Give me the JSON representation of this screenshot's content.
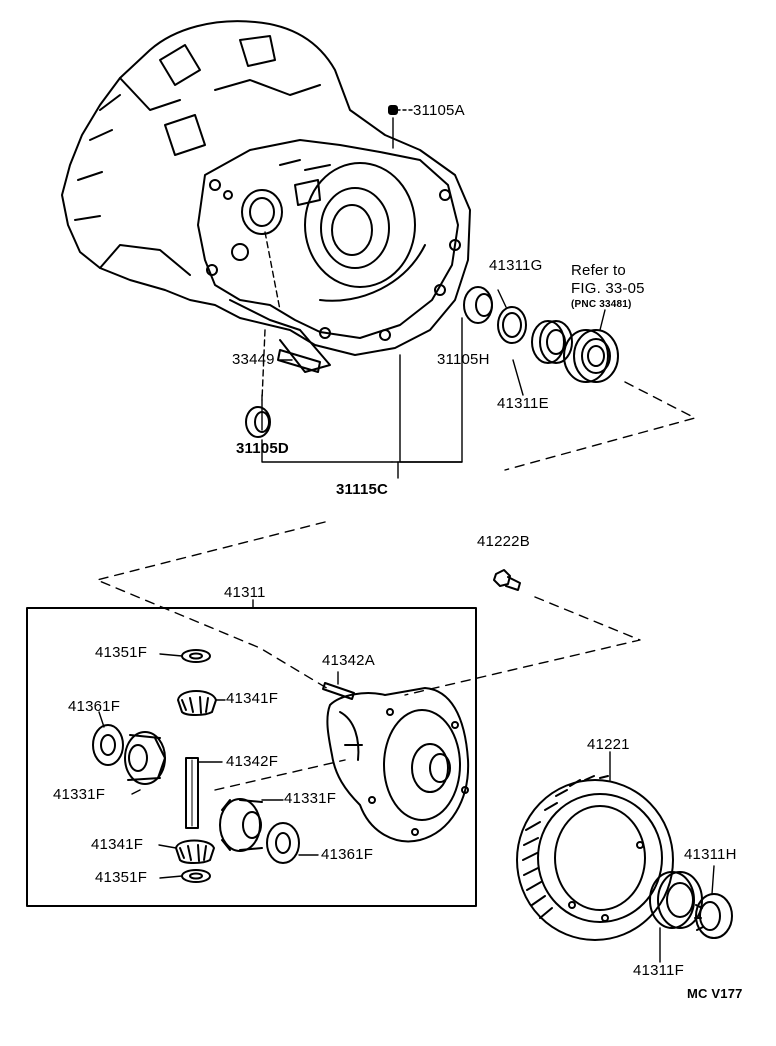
{
  "diagram": {
    "part_labels": {
      "p31105A": "31105A",
      "p41311G": "41311G",
      "p31105H": "31105H",
      "p41311E": "41311E",
      "p33449": "33449",
      "p31105D": "31105D",
      "p31115C": "31115C",
      "p41222B": "41222B",
      "p41311": "41311",
      "p41351F_top": "41351F",
      "p41342A": "41342A",
      "p41341F_top": "41341F",
      "p41361F_left": "41361F",
      "p41342F": "41342F",
      "p41331F_left": "41331F",
      "p41331F_right": "41331F",
      "p41341F_bottom": "41341F",
      "p41361F_right": "41361F",
      "p41351F_bottom": "41351F",
      "p41221": "41221",
      "p41311H": "41311H",
      "p41311F": "41311F"
    },
    "reference_note": {
      "line1": "Refer to",
      "line2": "FIG. 33-05",
      "line3": "(PNC 33481)"
    },
    "figure_code": "MC V177"
  }
}
